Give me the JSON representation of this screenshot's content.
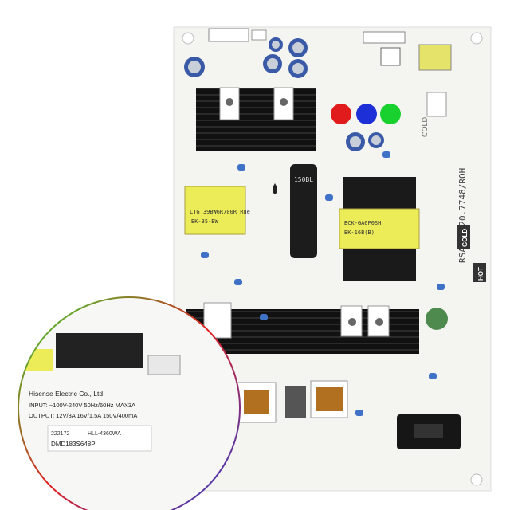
{
  "board": {
    "model_vertical": "RSAG7.820.7748/ROH",
    "gold_tag": "GOLD",
    "hot_tag": "HOT",
    "cold_label": "COLD",
    "transformer_left_text_1": "LTG 39BW6R700R Rue",
    "transformer_left_text_2": "BK-35-BW",
    "transformer_right_text_1": "BCK-GA6F0SH",
    "transformer_right_text_2": "BK-16B(B)",
    "cap_big_text": "150BL"
  },
  "inset_label": {
    "brand_line": "Hisense Electric Co., Ltd",
    "input_line": "INPUT: ~100V-240V 50Hz/60Hz MAX3A",
    "output_line": "OUTPUT: 12V/3A 16V/1.5A 150V/400mA",
    "code_small": "222172",
    "model": "HLL-4360WA",
    "serial": "DMD183S648P"
  },
  "colors": {
    "board": "#f4f4f0",
    "heatsink": "#111111",
    "transformer_yellow": "#ecec58",
    "cap_blue": "#3a5aa8",
    "dot_red": "#e11b1b",
    "dot_blue": "#1d2fd6",
    "dot_green": "#18d12e"
  }
}
